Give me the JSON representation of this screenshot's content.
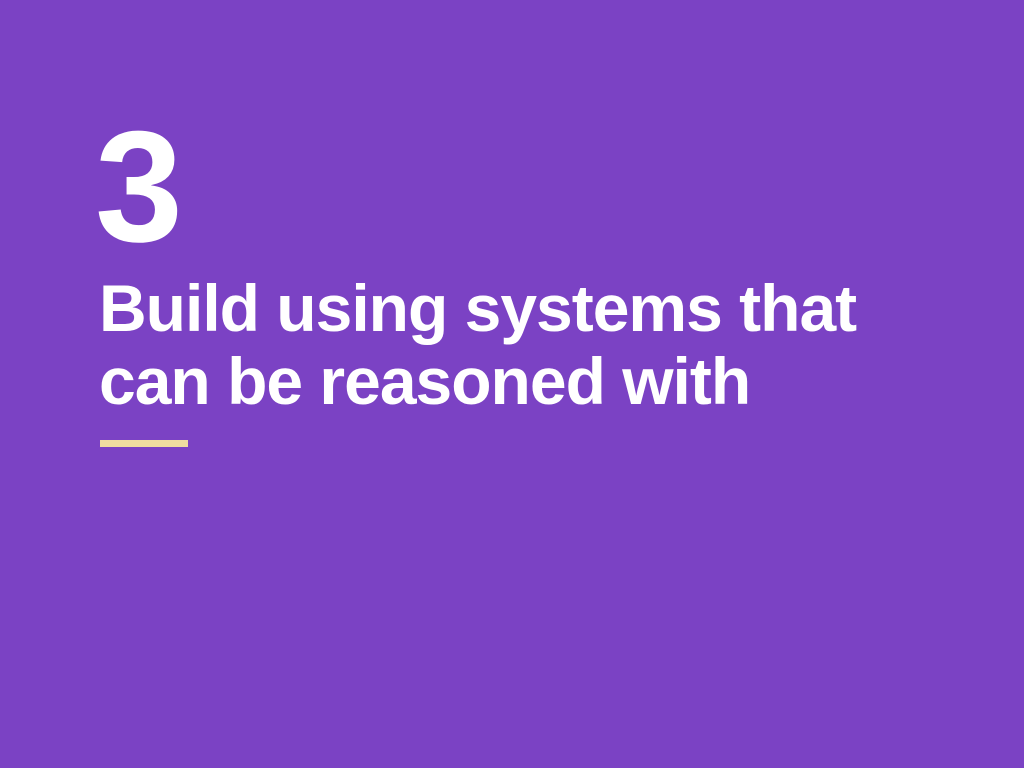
{
  "slide": {
    "number": "3",
    "headline_lines": [
      "Build using systems that",
      "can be reasoned with"
    ]
  },
  "colors": {
    "background": "#7b42c4",
    "text": "#ffffff",
    "accent_rule": "#f0dca0"
  }
}
